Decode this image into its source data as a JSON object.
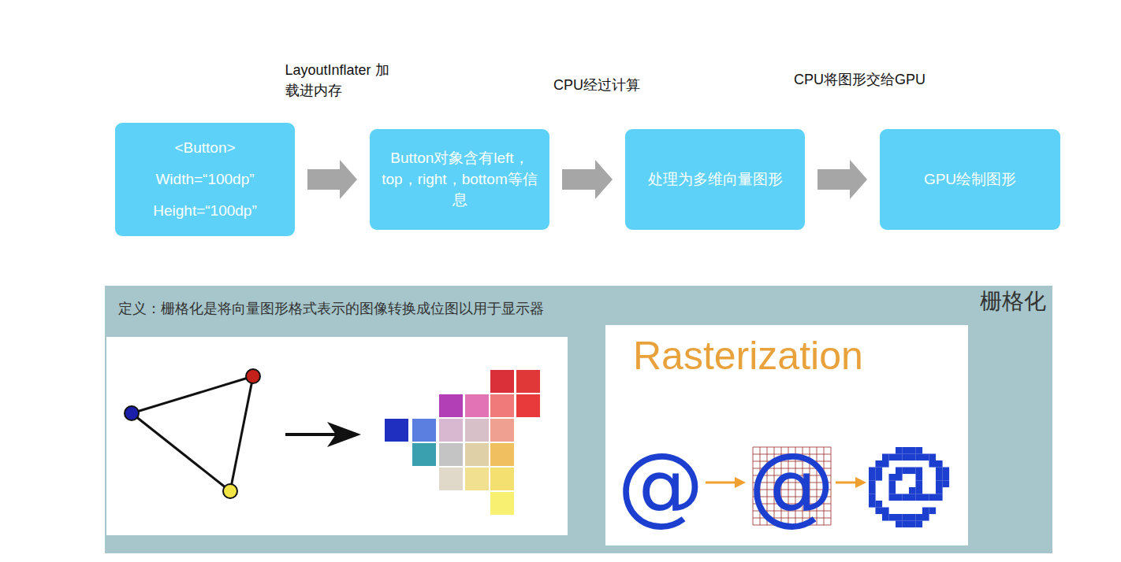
{
  "diagram": {
    "nodes": [
      {
        "text": [
          "<Button> Width=“100dp” Height=“100dp”"
        ]
      },
      {
        "text": [
          "Button对象含有left，top，right，bottom等信息"
        ]
      },
      {
        "text": [
          "处理为多维向量图形"
        ]
      },
      {
        "text": [
          "GPU绘制图形"
        ]
      },
      {
        "text": [
          "定义：栅格化是将向量图形格式表示的图像转换成位图以用于显示器",
          "栅格化"
        ]
      },
      {
        "text": [
          "Rasterization"
        ],
        "in": 4
      }
    ],
    "edges": [
      {
        "from": 0,
        "to": 1,
        "arrow": "to",
        "label": "LayoutInflater 加载进内存"
      },
      {
        "from": 1,
        "to": 2,
        "arrow": "to",
        "label": "CPU经过计算"
      },
      {
        "from": 2,
        "to": 3,
        "arrow": "to",
        "label": "CPU将图形交给GPU"
      }
    ],
    "labels": [
      "@",
      "@"
    ]
  }
}
